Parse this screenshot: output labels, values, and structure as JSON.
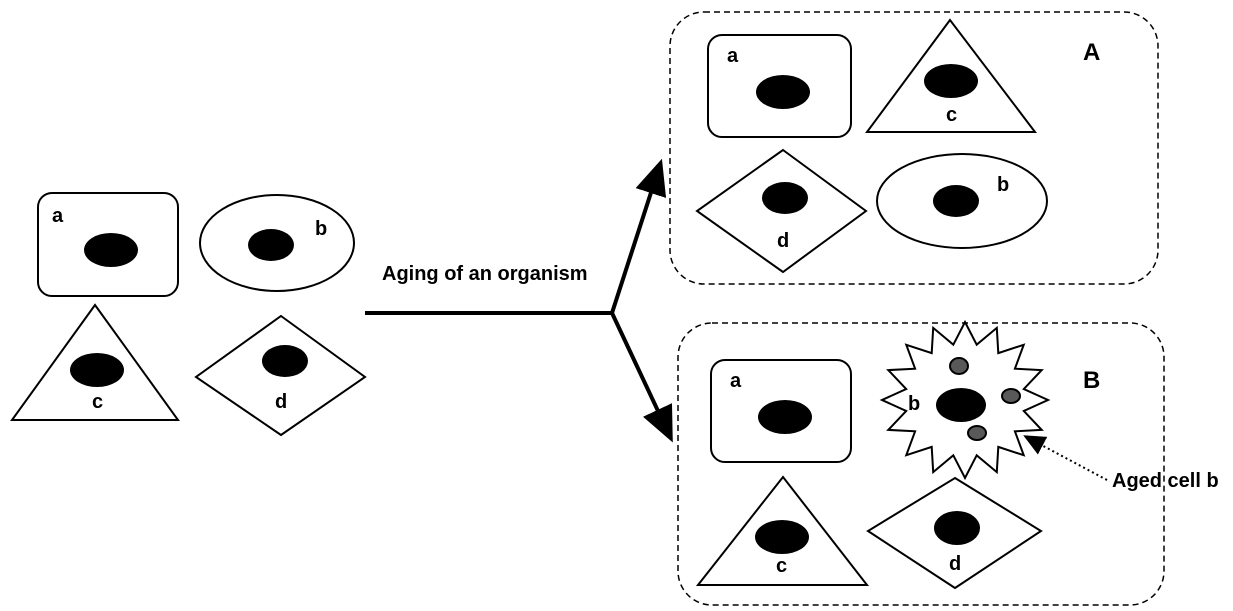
{
  "labels": {
    "process": "Aging of an organism",
    "outcome_a": "A",
    "outcome_b": "B",
    "aged_cell": "Aged cell b"
  },
  "cells": {
    "a": "a",
    "b": "b",
    "c": "c",
    "d": "d"
  },
  "colors": {
    "outline": "#000000",
    "nucleus": "#000000",
    "granule": "#595959",
    "background": "#ffffff"
  }
}
